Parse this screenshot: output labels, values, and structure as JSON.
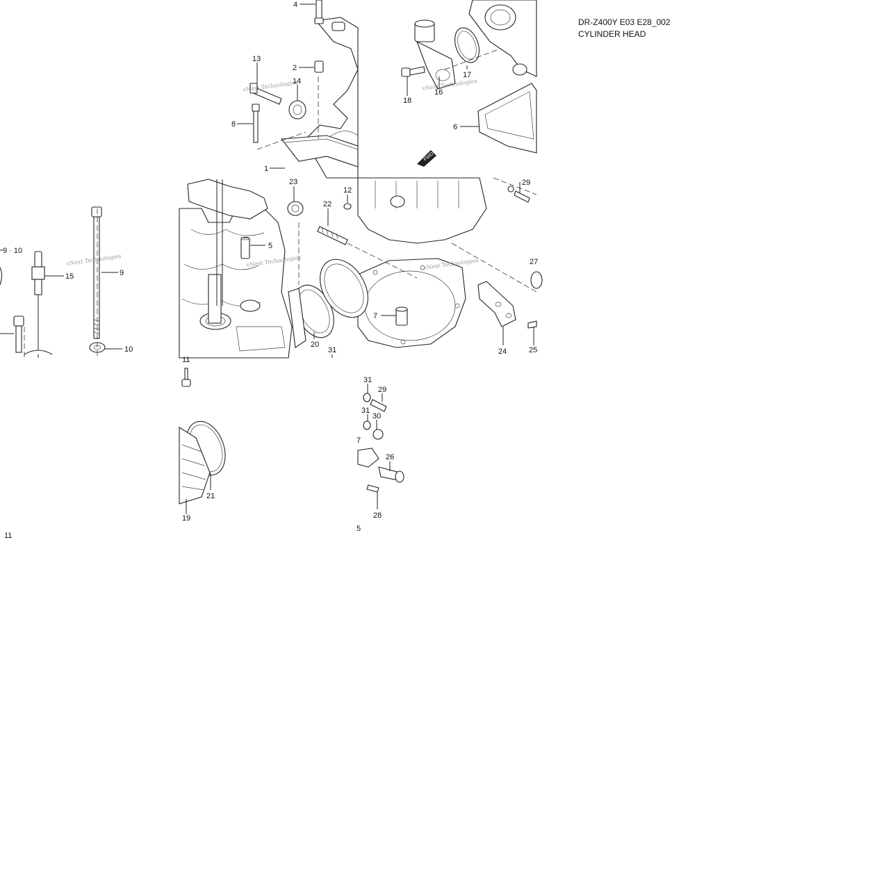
{
  "header": {
    "model_code": "DR-Z400Y E03 E28_002",
    "section_title": "CYLINDER HEAD"
  },
  "watermark": {
    "text": "vNext Technologies"
  },
  "callouts": [
    {
      "id": "c4",
      "label": "4"
    },
    {
      "id": "c13",
      "label": "13"
    },
    {
      "id": "c2",
      "label": "2"
    },
    {
      "id": "c14",
      "label": "14"
    },
    {
      "id": "c8",
      "label": "8"
    },
    {
      "id": "c1",
      "label": "1"
    },
    {
      "id": "c23",
      "label": "23"
    },
    {
      "id": "c12",
      "label": "12"
    },
    {
      "id": "c22",
      "label": "22"
    },
    {
      "id": "c5",
      "label": "5"
    },
    {
      "id": "c18",
      "label": "18"
    },
    {
      "id": "c16",
      "label": "16"
    },
    {
      "id": "c17",
      "label": "17"
    },
    {
      "id": "c6",
      "label": "6"
    },
    {
      "id": "c29a",
      "label": "29"
    },
    {
      "id": "c27a",
      "label": "27"
    },
    {
      "id": "c7",
      "label": "7"
    },
    {
      "id": "c24",
      "label": "24"
    },
    {
      "id": "c25a",
      "label": "25"
    },
    {
      "id": "c20",
      "label": "20"
    },
    {
      "id": "c31a",
      "label": "31"
    },
    {
      "id": "c910",
      "label": "9 · 10"
    },
    {
      "id": "c9",
      "label": "9"
    },
    {
      "id": "c15",
      "label": "15"
    },
    {
      "id": "c10",
      "label": "10"
    },
    {
      "id": "c11a",
      "label": "11"
    },
    {
      "id": "c21",
      "label": "21"
    },
    {
      "id": "c19",
      "label": "19"
    },
    {
      "id": "c31b",
      "label": "31"
    },
    {
      "id": "c29b",
      "label": "29"
    },
    {
      "id": "c31c",
      "label": "31"
    },
    {
      "id": "c30",
      "label": "30"
    },
    {
      "id": "c27b",
      "label": "7"
    },
    {
      "id": "c26",
      "label": "26"
    },
    {
      "id": "c28",
      "label": "28"
    },
    {
      "id": "c25b",
      "label": "5"
    },
    {
      "id": "c11b",
      "label": "11"
    }
  ]
}
